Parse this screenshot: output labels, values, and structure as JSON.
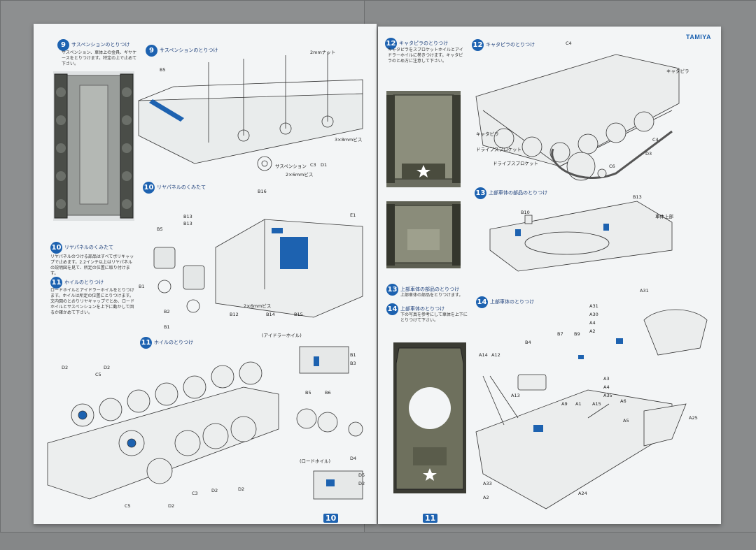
{
  "brand": "TAMIYA",
  "page_numbers": {
    "left": "10",
    "right": "11"
  },
  "left_page": {
    "step9_photo_caption": {
      "num": "9",
      "title": "サスペンションのとりつけ",
      "text": "サスペンション、車体上の金具、ギヤケースをとりつけます。特定の上で止めて下さい。"
    },
    "step9": {
      "num": "9",
      "title": "サスペンションのとりつけ",
      "labels": [
        "B5",
        "2mmナット",
        "サスペンション",
        "C3",
        "D1",
        "2×6mmビス",
        "3×8mmビス"
      ]
    },
    "step10_text": {
      "num": "10",
      "title": "リヤパネルのくみたて",
      "text": "リヤパネルのつける部品はすべてポリキャップで止めます。2.2インチ以上はリヤパネルの説明図を見て、所定の位置に取り付けます。"
    },
    "step11_text": {
      "num": "11",
      "title": "ホイルのとりつけ",
      "text": "ロードホイルとアイドラーホイルをとりつけます。ホイルは所定の位置にとりつけます。文内図のとおりリヤキャップでとめ、ロードホイルとサスペンションを上下に動かして回るか確かめて下さい。"
    },
    "step10": {
      "num": "10",
      "title": "リヤパネルのくみたて",
      "labels": [
        "B16",
        "B13",
        "B13",
        "B5",
        "B1",
        "B2",
        "B1",
        "B12",
        "B14",
        "B15",
        "E1",
        "2×6mmビス"
      ]
    },
    "step11": {
      "num": "11",
      "title": "ホイルのとりつけ",
      "labels": [
        "D2",
        "D2",
        "C5",
        "B5",
        "B6",
        "D4",
        "C3",
        "D2",
        "D2",
        "C5",
        "D2",
        "B1",
        "B3",
        "D5",
        "D2",
        "(アイドラーホイル)",
        "(ロードホイル)"
      ]
    }
  },
  "right_page": {
    "step12_text": {
      "num": "12",
      "title": "キャタピラのとりつけ",
      "text": "キャタピラをスプロケットホイルとアイドラーホイルに巻きつけます。キャタピラのとめ方に注意して下さい。"
    },
    "step12": {
      "num": "12",
      "title": "キャタピラのとりつけ",
      "labels": [
        "C4",
        "キャタピラ",
        "キャタピラ",
        "ドライブスプロケット",
        "ドライブスプロケット",
        "C4",
        "D3",
        "C6"
      ]
    },
    "step13_text": {
      "num": "13",
      "title": "上部車体の部品のとりつけ",
      "text": "上部車体の部品をとりつけます。"
    },
    "step14_text": {
      "num": "14",
      "title": "上部車体のとりつけ",
      "text": "下の写真を参考にして車体を上下にとりつけて下さい。"
    },
    "step13": {
      "num": "13",
      "title": "上部車体の部品のとりつけ",
      "labels": [
        "B10",
        "B13",
        "車体上部"
      ]
    },
    "step14": {
      "num": "14",
      "title": "上部車体のとりつけ",
      "labels": [
        "A31",
        "A31",
        "A30",
        "A4",
        "A2",
        "B4",
        "B7",
        "B9",
        "A14",
        "A12",
        "A13",
        "A9",
        "A1",
        "A15",
        "A3",
        "A4",
        "A35",
        "A5",
        "A25",
        "A6",
        "A33",
        "A2",
        "A24"
      ]
    }
  }
}
